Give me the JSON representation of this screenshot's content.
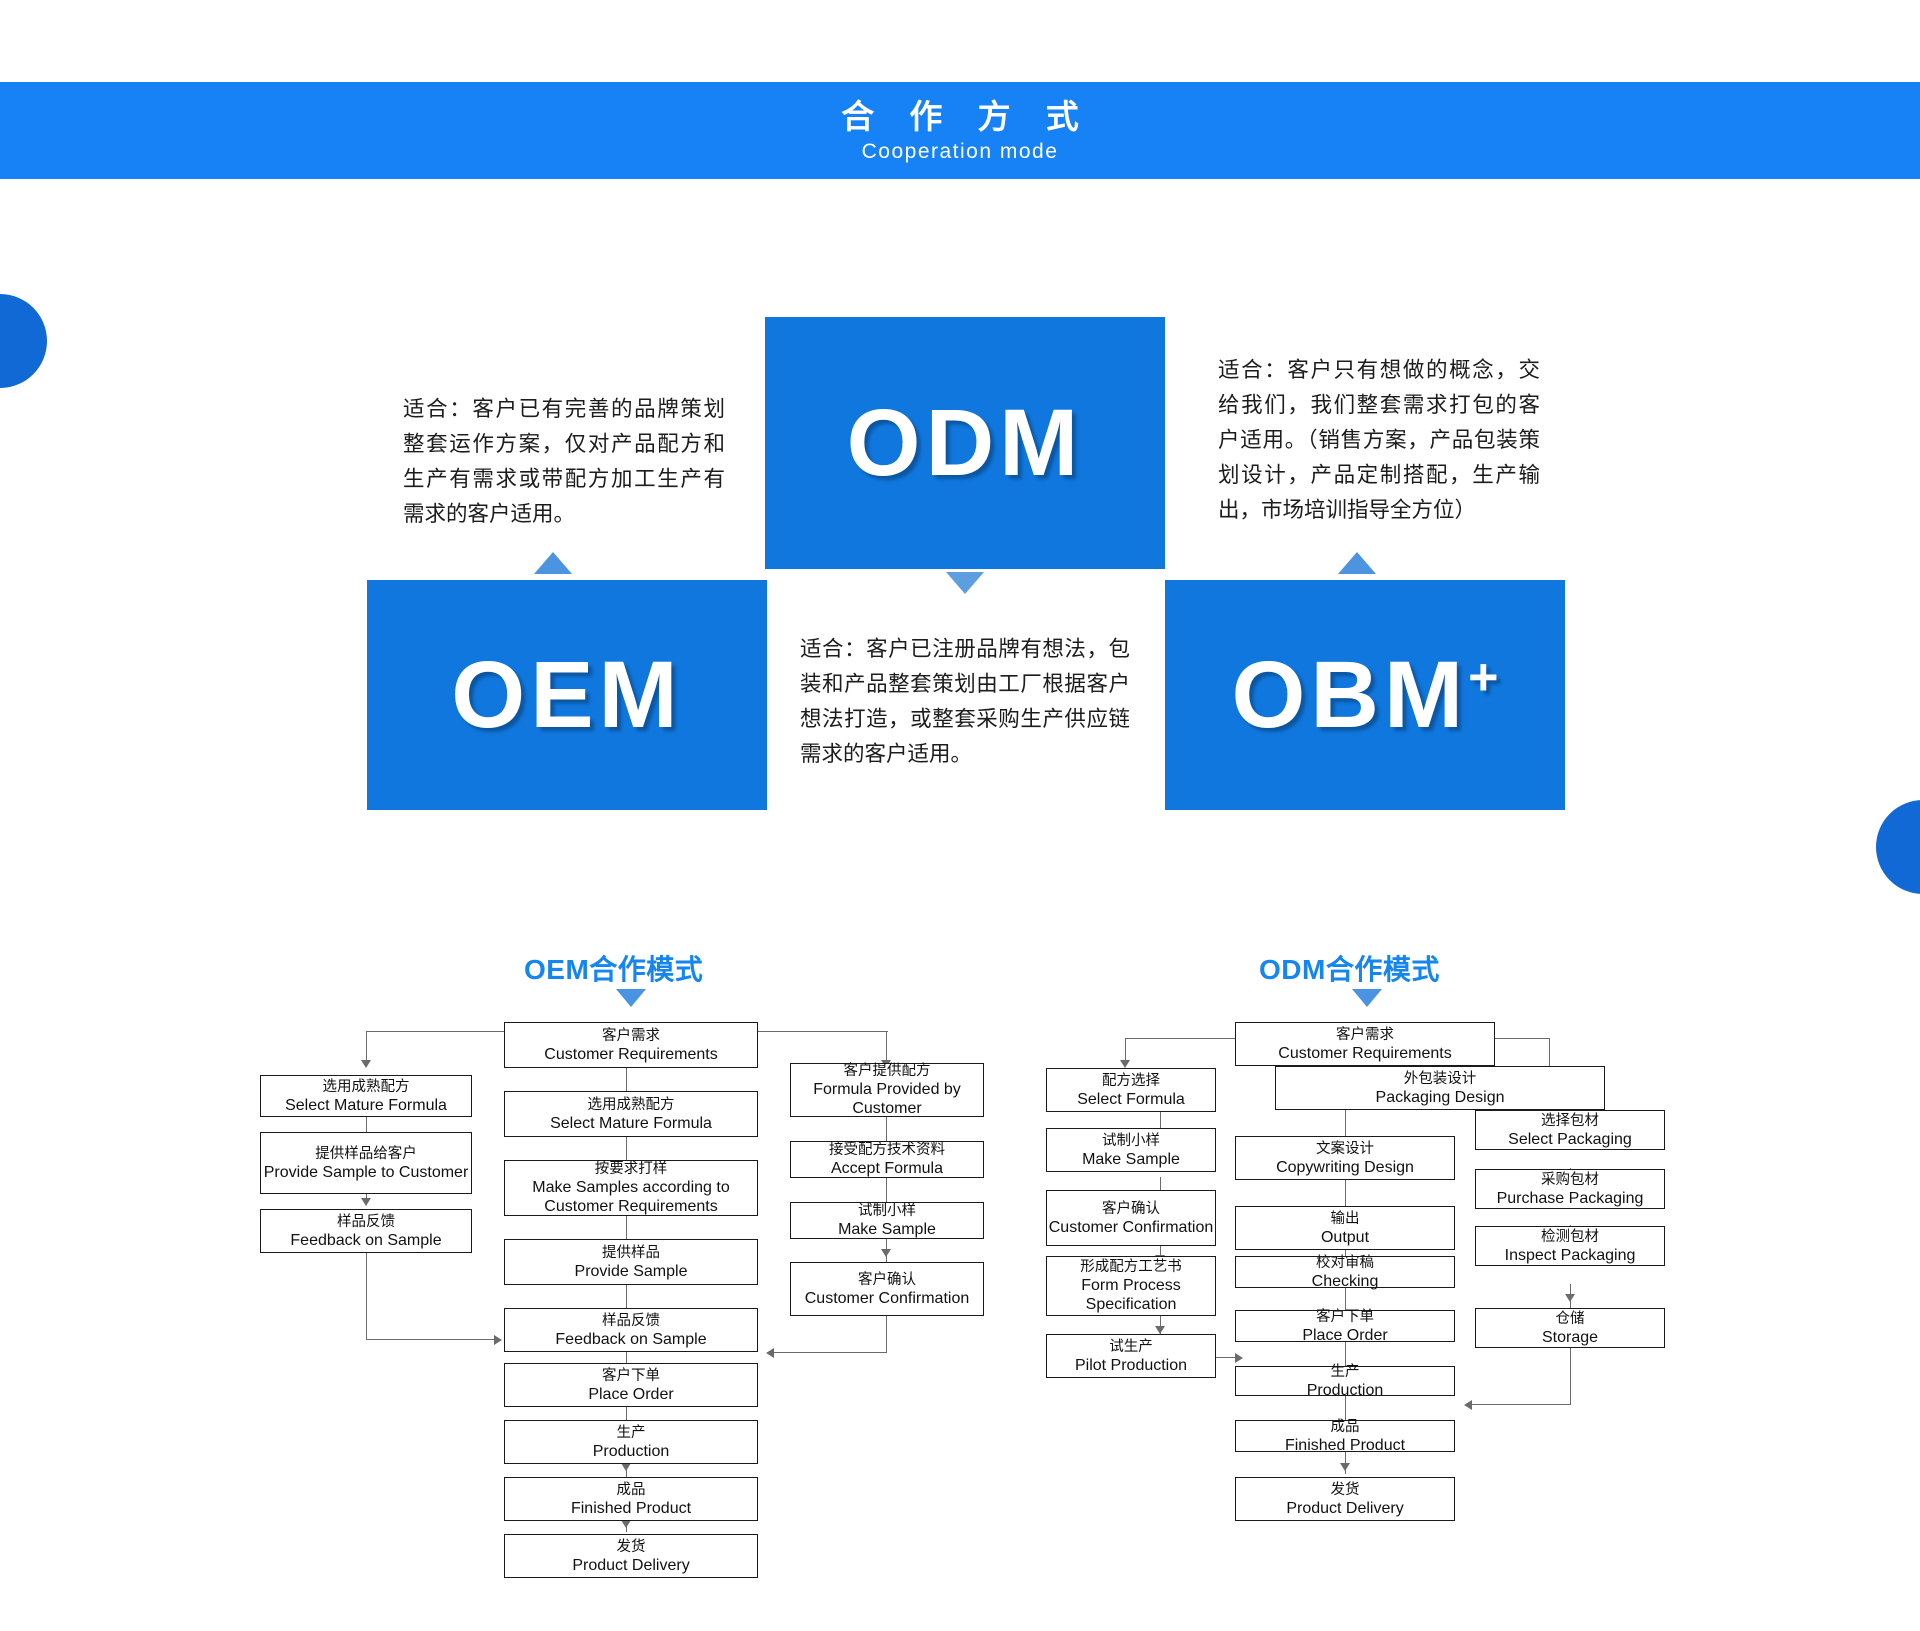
{
  "banner": {
    "title_cn": "合 作 方 式",
    "title_en": "Cooperation mode",
    "bg_color": "#1682f5"
  },
  "modes": {
    "odm": {
      "label": "ODM",
      "color": "#1077de"
    },
    "oem": {
      "label": "OEM",
      "color": "#1077de"
    },
    "obm": {
      "label": "OBM",
      "superscript": "+",
      "color": "#1077de"
    }
  },
  "descriptions": {
    "oem": "适合：客户已有完善的品牌策划整套运作方案，仅对产品配方和生产有需求或带配方加工生产有需求的客户适用。",
    "odm": "适合：客户已注册品牌有想法，包装和产品整套策划由工厂根据客户想法打造，或整套采购生产供应链需求的客户适用。",
    "obm": "适合：客户只有想做的概念，交给我们，我们整套需求打包的客户适用。（销售方案，产品包装策划设计，产品定制搭配，生产输出，市场培训指导全方位）"
  },
  "flowcharts": {
    "oem": {
      "title": "OEM合作模式",
      "title_color": "#1585f0",
      "left_column": [
        {
          "cn": "选用成熟配方",
          "en": "Select Mature Formula"
        },
        {
          "cn": "提供样品给客户",
          "en": "Provide Sample to Customer"
        },
        {
          "cn": "样品反馈",
          "en": "Feedback on Sample"
        }
      ],
      "center_column": [
        {
          "cn": "客户需求",
          "en": "Customer  Requirements"
        },
        {
          "cn": "选用成熟配方",
          "en": "Select Mature Formula"
        },
        {
          "cn": "按要求打样",
          "en": "Make Samples according to Customer Requirements"
        },
        {
          "cn": "提供样品",
          "en": "Provide Sample"
        },
        {
          "cn": "样品反馈",
          "en": "Feedback on Sample"
        },
        {
          "cn": "客户下单",
          "en": "Place Order"
        },
        {
          "cn": "生产",
          "en": "Production"
        },
        {
          "cn": "成品",
          "en": "Finished Product"
        },
        {
          "cn": "发货",
          "en": "Product Delivery"
        }
      ],
      "right_column": [
        {
          "cn": "客户提供配方",
          "en": "Formula Provided by Customer"
        },
        {
          "cn": "接受配方技术资料",
          "en": "Accept Formula"
        },
        {
          "cn": "试制小样",
          "en": "Make Sample"
        },
        {
          "cn": "客户确认",
          "en": "Customer Confirmation"
        }
      ]
    },
    "odm": {
      "title": "ODM合作模式",
      "title_color": "#1585f0",
      "left_column": [
        {
          "cn": "配方选择",
          "en": "Select Formula"
        },
        {
          "cn": "试制小样",
          "en": "Make Sample"
        },
        {
          "cn": "客户确认",
          "en": "Customer Confirmation"
        },
        {
          "cn": "形成配方工艺书",
          "en": "Form Process Specification"
        },
        {
          "cn": "试生产",
          "en": "Pilot Production"
        }
      ],
      "center_column": [
        {
          "cn": "客户需求",
          "en": "Customer  Requirements"
        },
        {
          "cn": "文案设计",
          "en": "Copywriting  Design"
        },
        {
          "cn": "输出",
          "en": "Output"
        },
        {
          "cn": "校对审稿",
          "en": "Checking"
        },
        {
          "cn": "客户下单",
          "en": "Place Order"
        },
        {
          "cn": "生产",
          "en": "Production"
        },
        {
          "cn": "成品",
          "en": "Finished Product"
        },
        {
          "cn": "发货",
          "en": "Product Delivery"
        }
      ],
      "packaging_header": {
        "cn": "外包装设计",
        "en": "Packaging Design"
      },
      "right_column": [
        {
          "cn": "选择包材",
          "en": "Select Packaging"
        },
        {
          "cn": "采购包材",
          "en": "Purchase Packaging"
        },
        {
          "cn": "检测包材",
          "en": "Inspect Packaging"
        },
        {
          "cn": "仓储",
          "en": "Storage"
        }
      ]
    }
  }
}
